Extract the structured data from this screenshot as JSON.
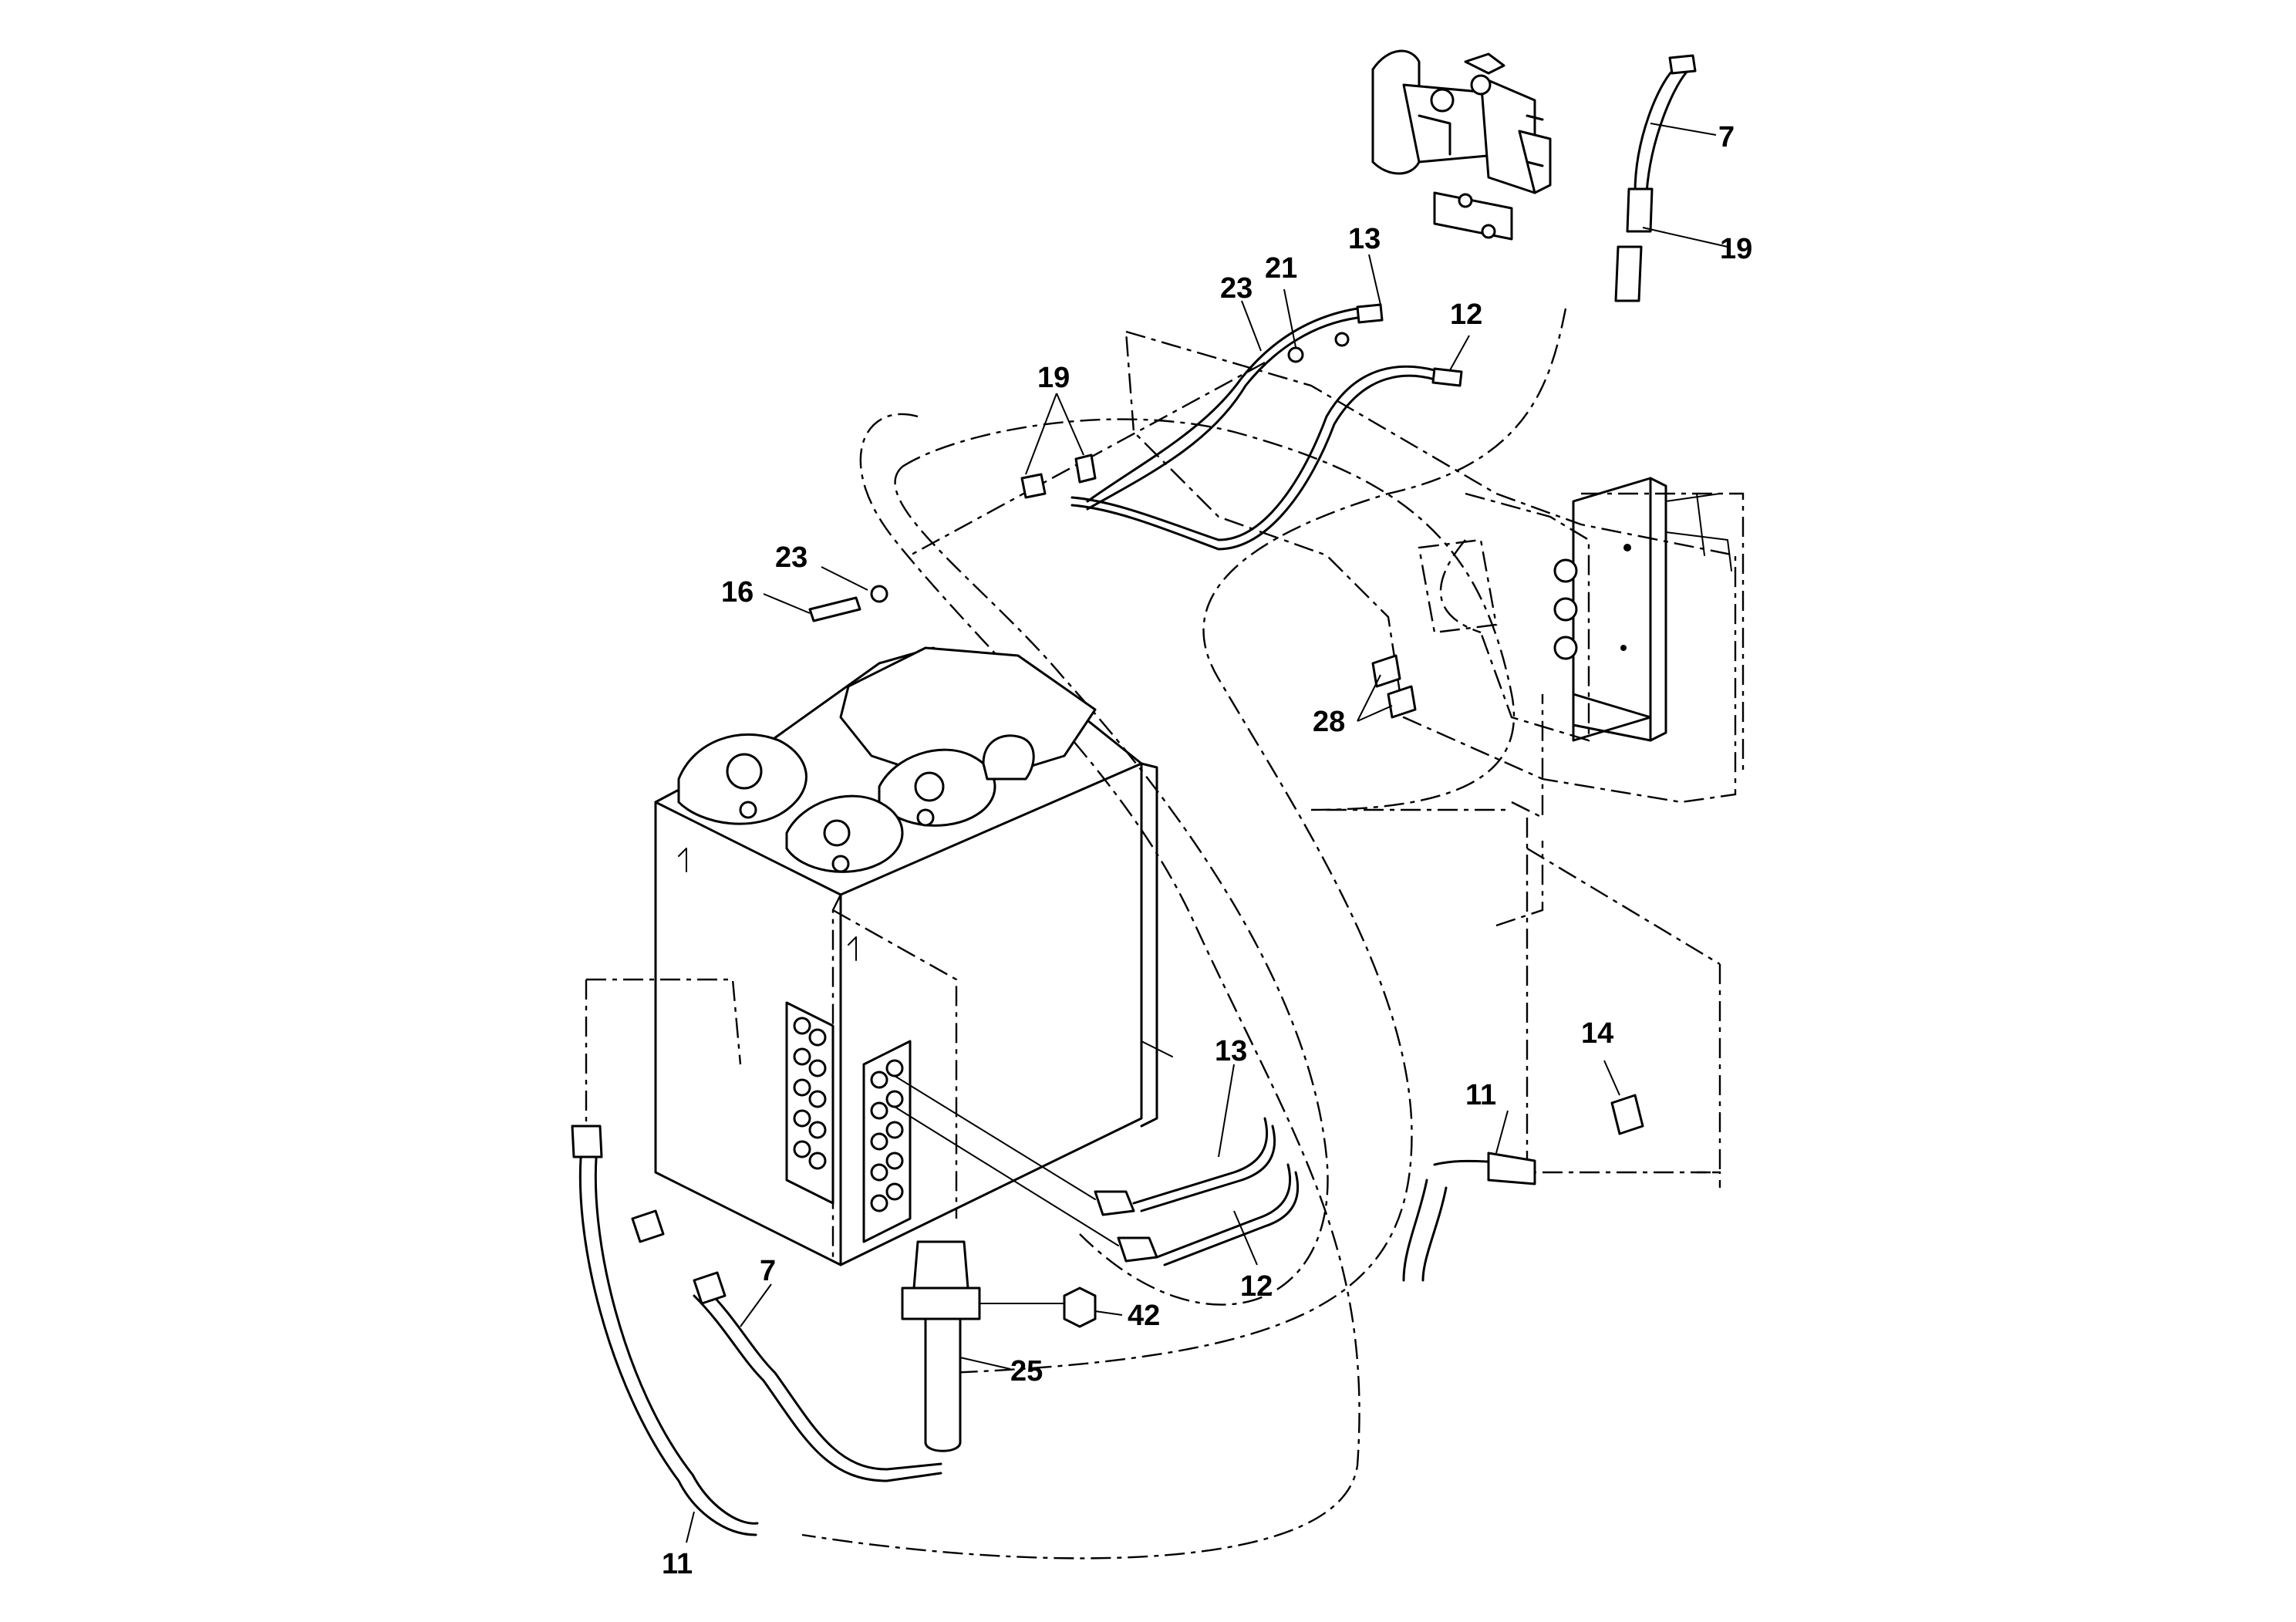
{
  "callouts": {
    "c7_top": "7",
    "c19_top": "19",
    "c13_top": "13",
    "c21": "21",
    "c23_top": "23",
    "c12_top": "12",
    "c19_mid": "19",
    "c23_mid": "23",
    "c16": "16",
    "c28": "28",
    "c13_low": "13",
    "c12_low": "12",
    "c14": "14",
    "c11_right": "11",
    "c7_low": "7",
    "c42": "42",
    "c25": "25",
    "c11_bottom": "11"
  }
}
